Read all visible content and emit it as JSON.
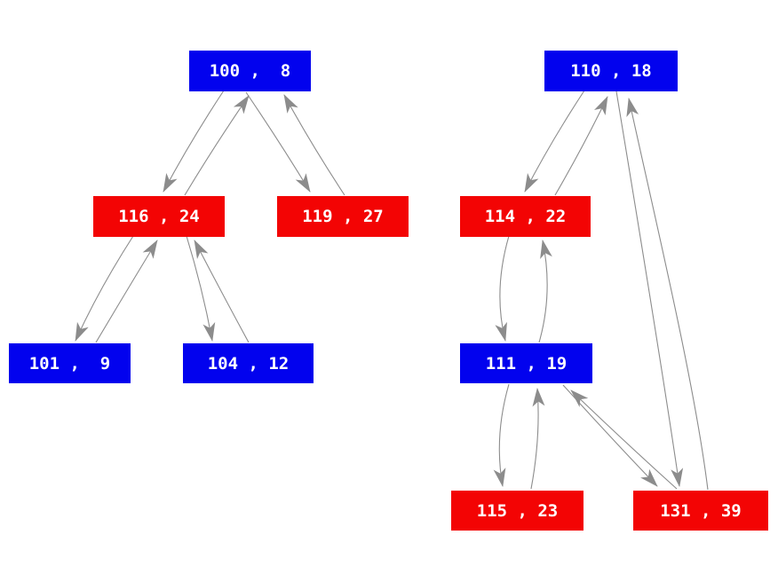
{
  "diagram": {
    "type": "graph",
    "description": "Two binary-tree-like graphs of (key , value) nodes linked by bidirectional gray arrows",
    "colors": {
      "blue": "#0202ee",
      "red": "#f30404",
      "edge": "#8c8c8c",
      "text": "#ffffff",
      "background": "#ffffff"
    },
    "nodes": {
      "n100": {
        "label": "100 ,  8",
        "color": "blue"
      },
      "n116": {
        "label": "116 , 24",
        "color": "red"
      },
      "n119": {
        "label": "119 , 27",
        "color": "red"
      },
      "n101": {
        "label": "101 ,  9",
        "color": "blue"
      },
      "n104": {
        "label": "104 , 12",
        "color": "blue"
      },
      "n110": {
        "label": "110 , 18",
        "color": "blue"
      },
      "n114": {
        "label": "114 , 22",
        "color": "red"
      },
      "n111": {
        "label": "111 , 19",
        "color": "blue"
      },
      "n115": {
        "label": "115 , 23",
        "color": "red"
      },
      "n131": {
        "label": "131 , 39",
        "color": "red"
      }
    },
    "trees": [
      {
        "name": "left-tree",
        "root": "n100",
        "members": [
          "n100",
          "n116",
          "n119",
          "n101",
          "n104"
        ]
      },
      {
        "name": "right-tree",
        "root": "n110",
        "members": [
          "n110",
          "n114",
          "n111",
          "n115",
          "n131"
        ]
      }
    ],
    "edges": [
      {
        "from": "n100",
        "to": "n116"
      },
      {
        "from": "n116",
        "to": "n100"
      },
      {
        "from": "n100",
        "to": "n119"
      },
      {
        "from": "n119",
        "to": "n100"
      },
      {
        "from": "n116",
        "to": "n101"
      },
      {
        "from": "n101",
        "to": "n116"
      },
      {
        "from": "n116",
        "to": "n104"
      },
      {
        "from": "n104",
        "to": "n116"
      },
      {
        "from": "n110",
        "to": "n114"
      },
      {
        "from": "n114",
        "to": "n110"
      },
      {
        "from": "n110",
        "to": "n131"
      },
      {
        "from": "n131",
        "to": "n110"
      },
      {
        "from": "n114",
        "to": "n111"
      },
      {
        "from": "n111",
        "to": "n114"
      },
      {
        "from": "n111",
        "to": "n115"
      },
      {
        "from": "n115",
        "to": "n111"
      },
      {
        "from": "n111",
        "to": "n131"
      },
      {
        "from": "n131",
        "to": "n111"
      }
    ]
  }
}
